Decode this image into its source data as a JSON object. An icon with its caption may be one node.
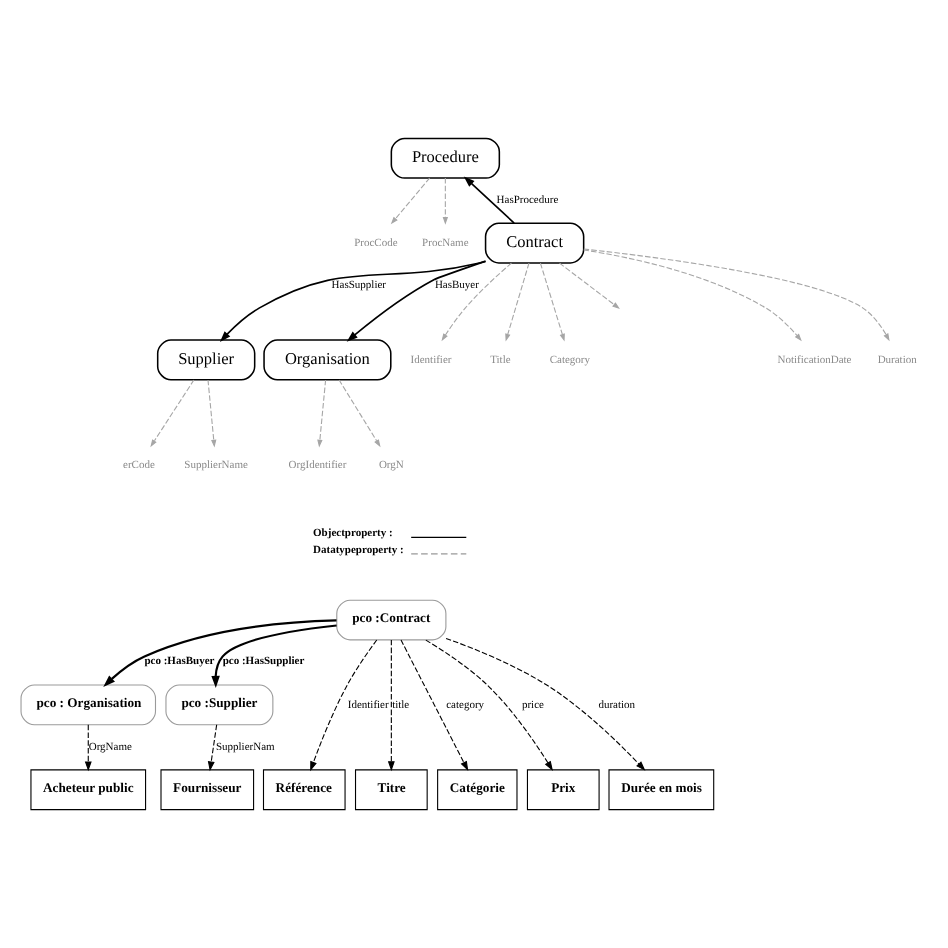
{
  "diagram": {
    "nodes": [
      {
        "text": [
          "Procedure"
        ]
      },
      {
        "text": [
          "Supplier"
        ]
      },
      {
        "text": [
          "Contract"
        ]
      },
      {
        "text": [
          "Organisation"
        ]
      },
      {
        "text": [
          "ProcCode"
        ]
      },
      {
        "text": [
          "ProcName"
        ]
      },
      {
        "text": [
          "erCode"
        ]
      },
      {
        "text": [
          "SupplierName"
        ]
      },
      {
        "text": [
          "Identifier"
        ]
      },
      {
        "text": [
          "Title"
        ]
      },
      {
        "text": [
          "Category"
        ]
      },
      {
        "text": [
          "NotificationDate"
        ]
      },
      {
        "text": [
          "Duration"
        ]
      },
      {
        "text": [
          "OrgIdentifier"
        ]
      },
      {
        "text": [
          "OrgN"
        ]
      },
      {
        "text": [
          "pco : Organisation"
        ]
      },
      {
        "text": [
          "pco :Contract"
        ]
      },
      {
        "text": [
          "pco :Supplier"
        ]
      },
      {
        "text": [
          "Acheteur public"
        ]
      },
      {
        "text": [
          "Référence"
        ]
      },
      {
        "text": [
          "Titre"
        ]
      },
      {
        "text": [
          "Catégorie"
        ]
      },
      {
        "text": [
          "Prix"
        ]
      },
      {
        "text": [
          "Durée en mois"
        ]
      },
      {
        "text": [
          "Fournisseur"
        ]
      }
    ],
    "edges": [
      {
        "from": 2,
        "to": 0,
        "arrow": "to",
        "label": "HasProcedure"
      },
      {
        "from": 2,
        "to": 1,
        "arrow": "to",
        "label": "HasSupplier"
      },
      {
        "from": 2,
        "to": 3,
        "arrow": "to",
        "label": "HasBuyer"
      },
      {
        "from": 0,
        "to": 4,
        "arrow": "to",
        "style": "dashed",
        "color": "#a6a6a6"
      },
      {
        "from": 0,
        "to": 5,
        "arrow": "to",
        "style": "dashed",
        "color": "#a6a6a6"
      },
      {
        "from": 1,
        "to": 6,
        "arrow": "to",
        "style": "dashed",
        "color": "#a6a6a6"
      },
      {
        "from": 1,
        "to": 7,
        "arrow": "to",
        "style": "dashed",
        "color": "#a6a6a6"
      },
      {
        "from": 2,
        "to": 8,
        "arrow": "to",
        "style": "dashed",
        "color": "#a6a6a6"
      },
      {
        "from": 2,
        "to": 9,
        "arrow": "to",
        "style": "dashed",
        "color": "#a6a6a6"
      },
      {
        "from": 2,
        "to": 10,
        "arrow": "to",
        "style": "dashed",
        "color": "#a6a6a6"
      },
      {
        "from": 2,
        "to": null,
        "arrow": "to",
        "style": "dashed",
        "color": "#a6a6a6"
      },
      {
        "from": 2,
        "to": 11,
        "arrow": "to",
        "style": "dashed",
        "color": "#a6a6a6"
      },
      {
        "from": 2,
        "to": 12,
        "arrow": "to",
        "style": "dashed",
        "color": "#a6a6a6"
      },
      {
        "from": 3,
        "to": 13,
        "arrow": "to",
        "style": "dashed",
        "color": "#a6a6a6"
      },
      {
        "from": 3,
        "to": 14,
        "arrow": "to",
        "style": "dashed",
        "color": "#a6a6a6"
      },
      {
        "from": 16,
        "to": 15,
        "arrow": "to",
        "label": "pco :HasBuyer"
      },
      {
        "from": 16,
        "to": 17,
        "arrow": "to",
        "label": "pco :HasSupplier"
      },
      {
        "from": 15,
        "to": 18,
        "arrow": "to",
        "label": "OrgName",
        "style": "dashed"
      },
      {
        "from": 16,
        "to": 19,
        "arrow": "to",
        "label": "Identifier",
        "style": "dashed"
      },
      {
        "from": 16,
        "to": 20,
        "arrow": "to",
        "label": "title",
        "style": "dashed"
      },
      {
        "from": 16,
        "to": 21,
        "arrow": "to",
        "label": "category",
        "style": "dashed"
      },
      {
        "from": 16,
        "to": 22,
        "arrow": "to",
        "label": "price",
        "style": "dashed"
      },
      {
        "from": 16,
        "to": 23,
        "arrow": "to",
        "label": "duration",
        "style": "dashed"
      },
      {
        "from": 17,
        "to": 24,
        "arrow": "to",
        "label": "SupplierNam",
        "style": "dashed"
      }
    ],
    "legend": [
      {
        "text": "Objectproperty :"
      },
      {
        "text": "Datatypeproperty :"
      }
    ]
  }
}
